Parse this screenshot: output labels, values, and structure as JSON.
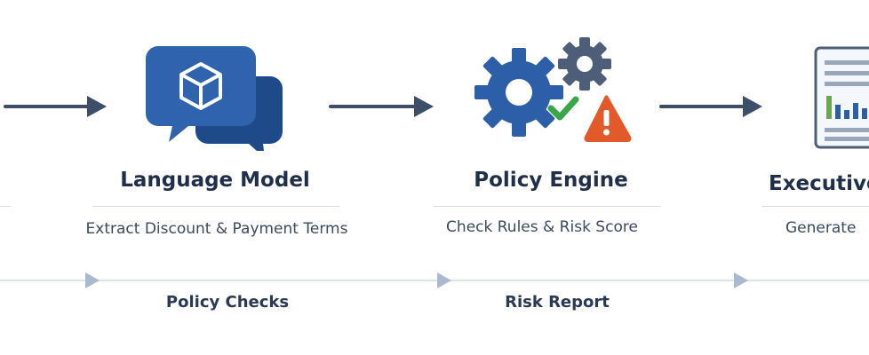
{
  "stages": [
    {
      "title": "Language Model",
      "subtitle": "Extract Discount & Payment Terms",
      "icon": "chat-box-icon"
    },
    {
      "title": "Policy Engine",
      "subtitle": "Check Rules & Risk Score",
      "icon": "gears-warning-icon"
    },
    {
      "title": "Executive",
      "subtitle": "Generate",
      "icon": "report-chart-icon"
    }
  ],
  "flow_labels": [
    "Policy Checks",
    "Risk Report"
  ],
  "colors": {
    "icon_blue": "#2d5fa8",
    "icon_blue_dark": "#1f4a8a",
    "gear_gray": "#4d5f78",
    "check_green": "#3aa64a",
    "warning_red": "#e25a2a",
    "arrow": "#3d4e66"
  }
}
